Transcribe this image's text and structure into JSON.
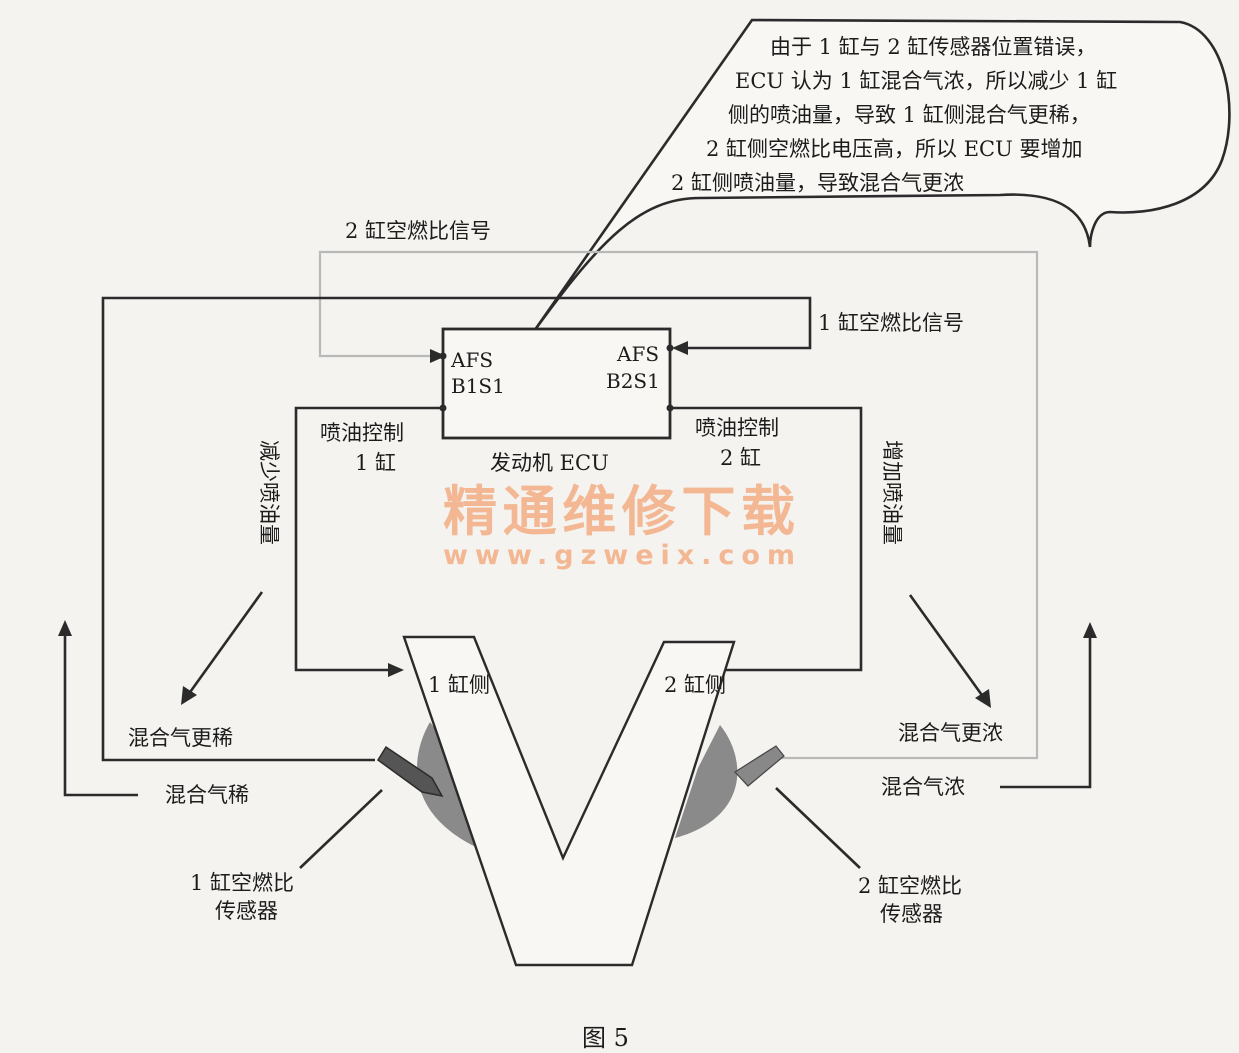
{
  "callout": {
    "lines": [
      "由于 1 缸与 2 缸传感器位置错误，",
      "ECU 认为 1 缸混合气浓，所以减少 1 缸",
      "侧的喷油量，导致 1 缸侧混合气更稀，",
      "2 缸侧空燃比电压高，所以 ECU 要增加",
      "2 缸侧喷油量，导致混合气更浓"
    ]
  },
  "signals": {
    "cyl2_signal": "2 缸空燃比信号",
    "cyl1_signal": "1 缸空燃比信号"
  },
  "ecu": {
    "name": "发动机 ECU",
    "port_left_1": "AFS",
    "port_left_2": "B1S1",
    "port_right_1": "AFS",
    "port_right_2": "B2S1"
  },
  "injection": {
    "left_1": "喷油控制",
    "left_2": "1 缸",
    "right_1": "喷油控制",
    "right_2": "2 缸"
  },
  "fuel_change": {
    "left": "减少喷油量",
    "right": "增加喷油量"
  },
  "engine": {
    "bank_left": "1 缸侧",
    "bank_right": "2 缸侧"
  },
  "mixture": {
    "left_result": "混合气更稀",
    "right_result": "混合气更浓",
    "left_state": "混合气稀",
    "right_state": "混合气浓"
  },
  "sensors": {
    "left_1": "1 缸空燃比",
    "left_2": "传感器",
    "right_1": "2 缸空燃比",
    "right_2": "传感器"
  },
  "watermark": {
    "title": "精通维修下载",
    "url": "www.gzweix.com"
  },
  "caption": "图 5",
  "colors": {
    "line": "#2b2b2b",
    "signal_gray": "#b9b9b9",
    "sensor_fill": "#8a8a8a",
    "watermark": "#f3b793"
  }
}
